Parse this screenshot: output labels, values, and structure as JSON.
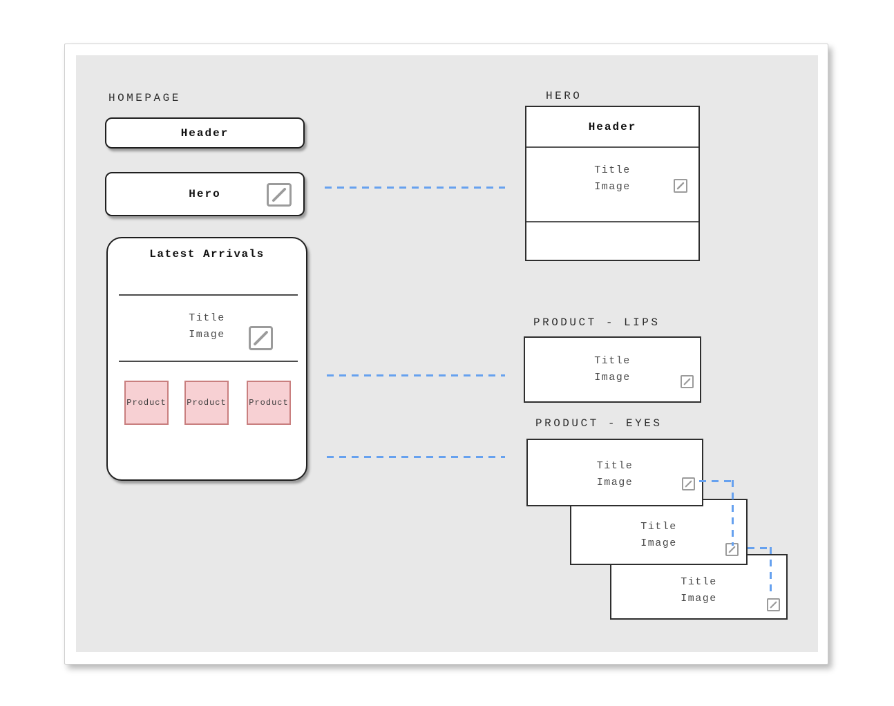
{
  "colors": {
    "accent_blue": "#66a1ef",
    "panel_bg": "#e8e8e8",
    "frame_bg": "#ffffff",
    "product_fill": "#f7d0d3",
    "product_border": "#c97f7f",
    "box_border": "#1f1f1f",
    "icon_gray": "#9b9b9b"
  },
  "homepage": {
    "label": "HOMEPAGE",
    "header": {
      "label": "Header"
    },
    "hero": {
      "label": "Hero",
      "icon": "image-placeholder-icon"
    },
    "latest": {
      "title": "Latest Arrivals",
      "feature": {
        "line1": "Title",
        "line2": "Image",
        "icon": "image-placeholder-icon"
      },
      "products": [
        "Product",
        "Product",
        "Product"
      ]
    }
  },
  "hero_detail": {
    "label": "HERO",
    "header": "Header",
    "feature": {
      "line1": "Title",
      "line2": "Image",
      "icon": "image-placeholder-icon"
    }
  },
  "product_lips": {
    "label": "PRODUCT - LIPS",
    "feature": {
      "line1": "Title",
      "line2": "Image",
      "icon": "image-placeholder-icon"
    }
  },
  "product_eyes": {
    "label": "PRODUCT - EYES",
    "cards": [
      {
        "line1": "Title",
        "line2": "Image",
        "icon": "image-placeholder-icon"
      },
      {
        "line1": "Title",
        "line2": "Image",
        "icon": "image-placeholder-icon"
      },
      {
        "line1": "Title",
        "line2": "Image",
        "icon": "image-placeholder-icon"
      }
    ]
  },
  "connectors": {
    "style": "dashed",
    "color": "#66a1ef",
    "links": [
      {
        "from": "homepage-hero-box",
        "to": "hero-detail-box"
      },
      {
        "from": "homepage-latest-arrivals-box",
        "to": "product-lips-box"
      },
      {
        "from": "homepage-latest-arrivals-box",
        "to": "product-eyes-card-1"
      },
      {
        "from": "product-eyes-card-1",
        "to": "product-eyes-card-2"
      },
      {
        "from": "product-eyes-card-2",
        "to": "product-eyes-card-3"
      }
    ]
  }
}
